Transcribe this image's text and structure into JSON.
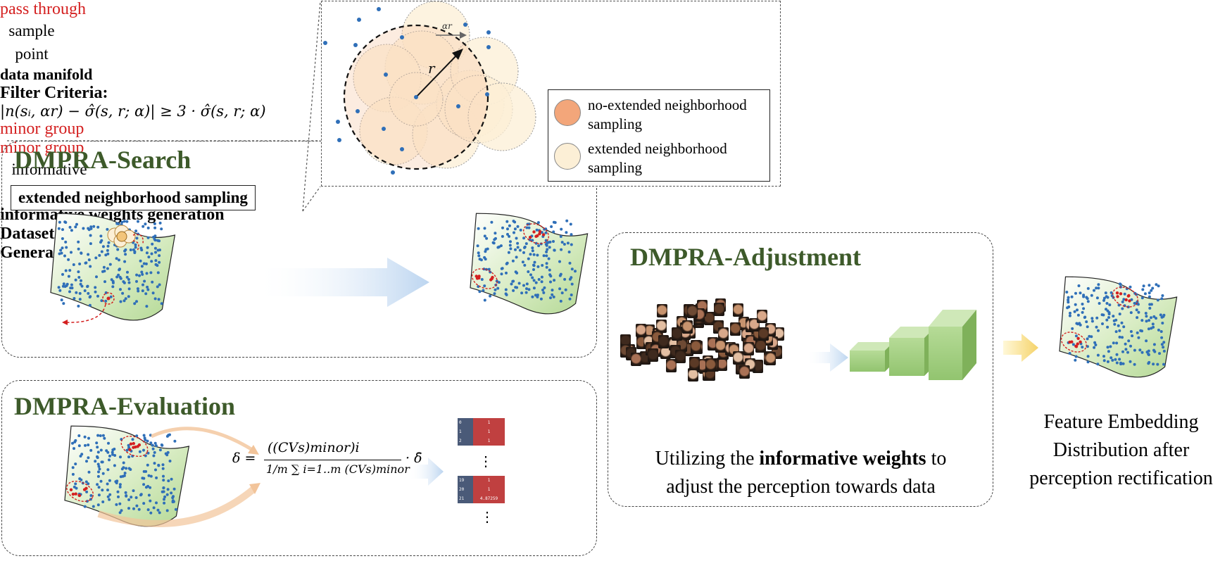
{
  "search": {
    "title": "DMPRA-Search",
    "ext_label": "extended neighborhood sampling",
    "pass_through": "pass through",
    "sample_point": "sample\npoint",
    "data_manifold": "data manifold",
    "filter_title": "Filter Criteria:",
    "filter_formula": "|n(sᵢ, αr) − σ̂(s, r; α)| ≥ 3 · σ̂(s, r; α)",
    "minor_group_top": "minor group",
    "minor_group_bottom": "minor group"
  },
  "zoom": {
    "alpha_r": "αr",
    "r": "r",
    "legend_no_extended": "no-extended neighborhood\nsampling",
    "legend_extended": "extended neighborhood\nsampling",
    "colors": {
      "no_extended": "#f3a67a",
      "extended": "#fcefd6"
    }
  },
  "evaluation": {
    "title": "DMPRA-Evaluation",
    "formula_lhs": "δ =",
    "formula_num": "((CVs)minor)i",
    "formula_den": "1/m ∑ i=1..m (CVs)minor",
    "formula_tail": "· δ̄",
    "table_top": [
      [
        "0",
        "1"
      ],
      [
        "1",
        "1"
      ],
      [
        "2",
        "1"
      ]
    ],
    "table_bottom": [
      [
        "19",
        "1"
      ],
      [
        "20",
        "1"
      ],
      [
        "21",
        "4.87259"
      ]
    ],
    "dots": "⋮",
    "informative_weights": "informative\nweights",
    "caption": "informative weights generation"
  },
  "adjustment": {
    "title": "DMPRA-Adjustment",
    "dataset": "Dataset",
    "generative_models": "Generative Models",
    "caption_pre": "Utilizing the ",
    "caption_bold": "informative weights",
    "caption_post": " to",
    "caption_line2": "adjust the perception towards data"
  },
  "result": {
    "caption": "Feature Embedding\nDistribution after\nperception rectification"
  },
  "colors": {
    "title_green": "#3d5a2a",
    "red": "#d42020",
    "dot_blue": "#2f6fb8",
    "manifold_green": "#cde6b4"
  }
}
